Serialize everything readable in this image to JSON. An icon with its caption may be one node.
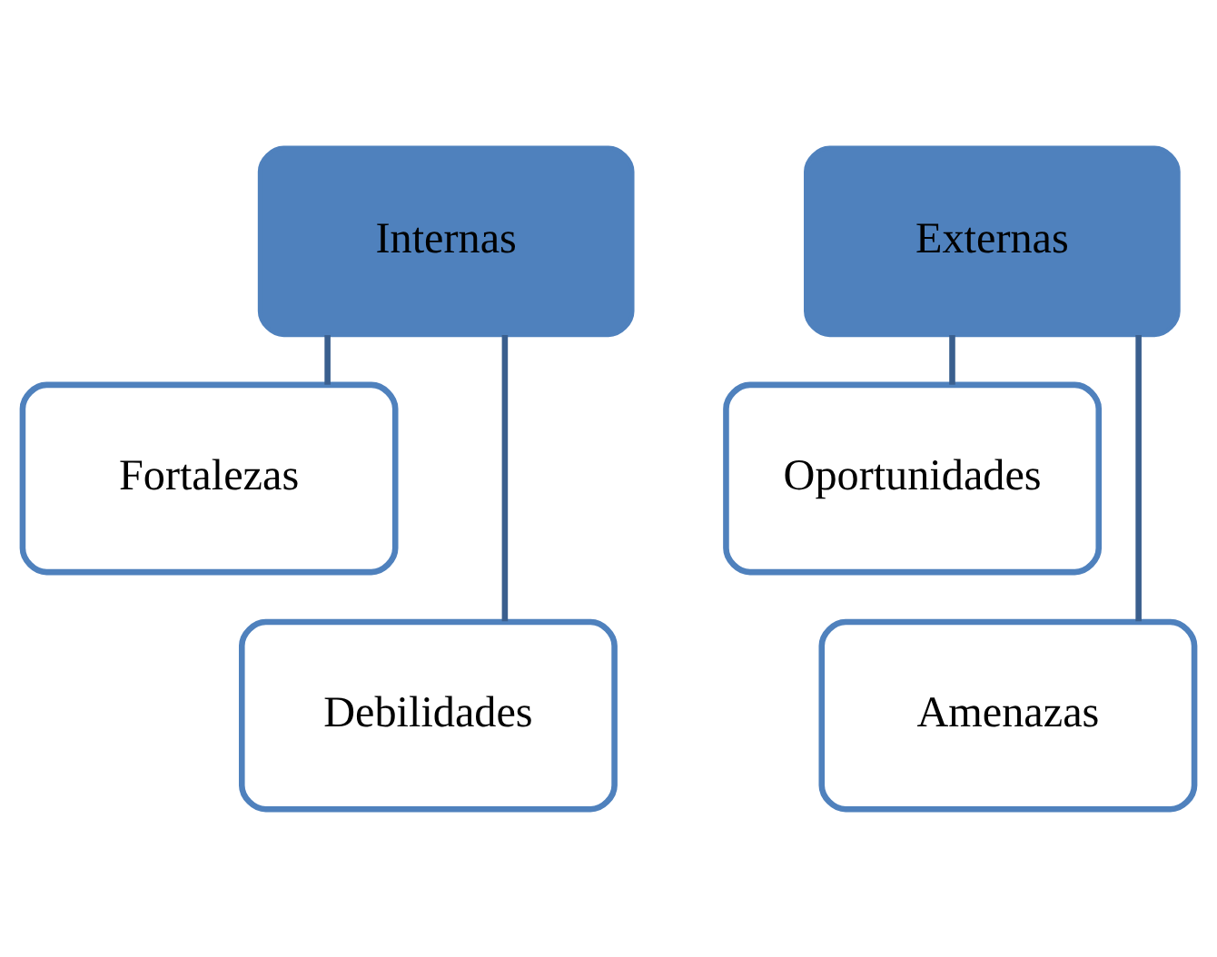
{
  "diagram": {
    "nodes": [
      {
        "text": [
          "Internas"
        ]
      },
      {
        "text": [
          "Fortalezas"
        ]
      },
      {
        "text": [
          "Debilidades"
        ]
      },
      {
        "text": [
          "Externas"
        ]
      },
      {
        "text": [
          "Oportunidades"
        ]
      },
      {
        "text": [
          "Amenazas"
        ]
      }
    ],
    "edges": [
      {
        "from": 0,
        "to": 1,
        "arrow": "none"
      },
      {
        "from": 0,
        "to": 2,
        "arrow": "none"
      },
      {
        "from": 3,
        "to": 4,
        "arrow": "none"
      },
      {
        "from": 3,
        "to": 5,
        "arrow": "none"
      }
    ]
  }
}
